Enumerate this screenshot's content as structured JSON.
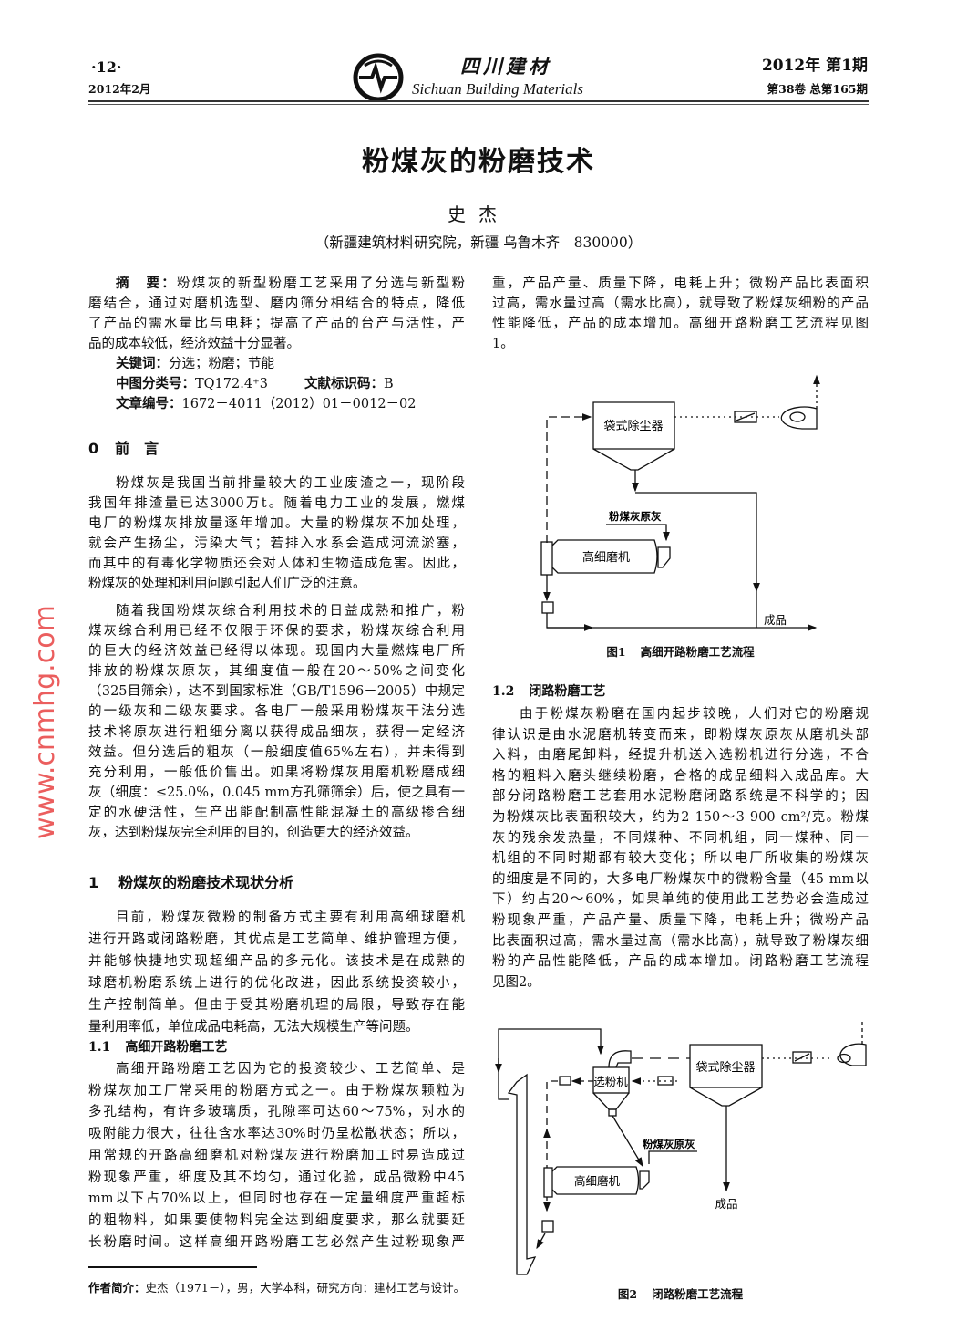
{
  "header": {
    "page_number": "·12·",
    "date": "2012年2月",
    "journal_cn": "四川建材",
    "journal_en": "Sichuan Building Materials",
    "issue": "2012年 第1期",
    "volume": "第38卷 总第165期"
  },
  "article": {
    "title": "粉煤灰的粉磨技术",
    "author": "史杰",
    "affiliation": "（新疆建筑材料研究院，新疆 乌鲁木齐　830000）"
  },
  "abstract": {
    "label": "摘　要：",
    "lines": [
      "粉煤灰的新型粉磨工艺采用了分选与新型粉",
      "磨结合，通过对磨机选型、磨内筛分相结合的特点，降低",
      "了产品的需水量比与电耗；提高了产品的台产与活性，产",
      "品的成本较低，经济效益十分显著。"
    ],
    "keywords_label": "关键词：",
    "keywords": "分选；粉磨；节能",
    "clc_label": "中图分类号：",
    "clc": "TQ172.4⁺3",
    "doc_code_label": "文献标识码：",
    "doc_code": "B",
    "article_no_label": "文章编号：",
    "article_no": "1672－4011（2012）01－0012－02"
  },
  "sections": {
    "s0": {
      "num": "0",
      "title": "前　言"
    },
    "s1": {
      "num": "1",
      "title": "粉煤灰的粉磨技术现状分析"
    },
    "s1_1": {
      "num": "1.1",
      "title": "高细开路粉磨工艺"
    },
    "s1_2": {
      "num": "1.2",
      "title": "闭路粉磨工艺"
    }
  },
  "paragraphs": {
    "intro1": [
      "粉煤灰是我国当前排量较大的工业废渣之一，现阶段",
      "我国年排渣量已达3000万t。随着电力工业的发展，燃煤",
      "电厂的粉煤灰排放量逐年增加。大量的粉煤灰不加处理，",
      "就会产生扬尘，污染大气；若排入水系会造成河流淤塞，",
      "而其中的有毒化学物质还会对人体和生物造成危害。因此，",
      "粉煤灰的处理和利用问题引起人们广泛的注意。"
    ],
    "intro2": [
      "随着我国粉煤灰综合利用技术的日益成熟和推广，粉",
      "煤灰综合利用已经不仅限于环保的要求，粉煤灰综合利用",
      "的巨大的经济效益已经得以体现。现国内大量燃煤电厂所",
      "排放的粉煤灰原灰，其细度值一般在20～50%之间变化",
      "（325目筛余），达不到国家标准（GB/T1596－2005）中规定",
      "的一级灰和二级灰要求。各电厂一般采用粉煤灰干法分选",
      "技术将原灰进行粗细分离以获得成品细灰，获得一定经济",
      "效益。但分选后的粗灰（一般细度值65%左右），并未得到",
      "充分利用，一般低价售出。如果将粉煤灰用磨机粉磨成细",
      "灰（细度：≤25.0%，0.045 mm方孔筛筛余）后，使之具有一",
      "定的水硬活性，生产出能配制高性能混凝土的高级掺合细",
      "灰，达到粉煤灰完全利用的目的，创造更大的经济效益。"
    ],
    "s1": [
      "目前，粉煤灰微粉的制备方式主要有利用高细球磨机",
      "进行开路或闭路粉磨，其优点是工艺简单、维护管理方便，",
      "并能够快捷地实现超细产品的多元化。该技术是在成熟的",
      "球磨机粉磨系统上进行的优化改进，因此系统投资较小，",
      "生产控制简单。但由于受其粉磨机理的局限，导致存在能",
      "量利用率低，单位成品电耗高，无法大规模生产等问题。"
    ],
    "s1_1": [
      "高细开路粉磨工艺因为它的投资较少、工艺简单、是",
      "粉煤灰加工厂常采用的粉磨方式之一。由于粉煤灰颗粒为",
      "多孔结构，有许多玻璃质，孔隙率可达60～75%，对水的",
      "吸附能力很大，往往含水率达30%时仍呈松散状态；所以，",
      "用常规的开路高细磨机对粉煤灰进行粉磨加工时易造成过",
      "粉现象严重，细度及其不均匀，通过化验，成品微粉中45",
      "mm以下占70%以上，但同时也存在一定量细度严重超标",
      "的粗物料，如果要使物料完全达到细度要求，那么就要延",
      "长粉磨时间。这样高细开路粉磨工艺必然产生过粉现象严"
    ],
    "s1_1_cont": [
      "重，产品产量、质量下降，电耗上升；微粉产品比表面积",
      "过高，需水量过高（需水比高），就导致了粉煤灰细粉的产品",
      "性能降低，产品的成本增加。高细开路粉磨工艺流程见图",
      "1。"
    ],
    "s1_2": [
      "由于粉煤灰粉磨在国内起步较晚，人们对它的粉磨规",
      "律认识是由水泥磨机转变而来，即粉煤灰原灰从磨机头部",
      "入料，由磨尾卸料，经提升机送入选粉机进行分选，不合",
      "格的粗料入磨头继续粉磨，合格的成品细料入成品库。大",
      "部分闭路粉磨工艺套用水泥粉磨闭路系统是不科学的；因",
      "为粉煤灰比表面积较大，约为2 150～3 900 cm²/克。粉煤",
      "灰的残余发热量，不同煤种、不同机组，同一煤种、同一",
      "机组的不同时期都有较大变化；所以电厂所收集的粉煤灰",
      "的细度是不同的，大多电厂粉煤灰中的微粉含量（45 mm以",
      "下）约占20～60%，如果单纯的使用此工艺势必会造成过",
      "粉现象严重，产品产量、质量下降，电耗上升；微粉产品",
      "比表面积过高，需水量过高（需水比高），就导致了粉煤灰细",
      "粉的产品性能降低，产品的成本增加。闭路粉磨工艺流程",
      "见图2。"
    ]
  },
  "figure1": {
    "dust_collector": "袋式除尘器",
    "raw_ash": "粉煤灰原灰",
    "mill": "高细磨机",
    "product": "成品",
    "caption_num": "图1",
    "caption": "高细开路粉磨工艺流程"
  },
  "figure2": {
    "separator": "选粉机",
    "dust_collector": "袋式除尘器",
    "raw_ash": "粉煤灰原灰",
    "mill": "高细磨机",
    "product": "成品",
    "caption_num": "图2",
    "caption": "闭路粉磨工艺流程"
  },
  "footnote": {
    "label": "作者简介：",
    "text": "史杰（1971－），男，大学本科，研究方向：建材工艺与设计。"
  },
  "watermark": "www.cnmhg.com"
}
